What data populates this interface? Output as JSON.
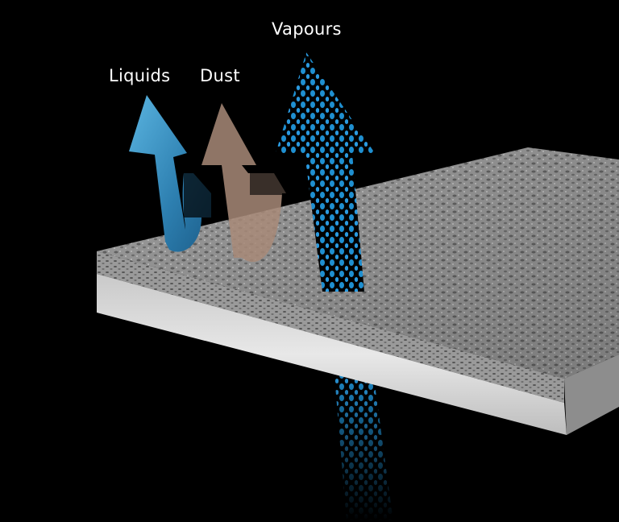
{
  "labels": {
    "liquids": "Liquids",
    "dust": "Dust",
    "vapours": "Vapours"
  },
  "colors": {
    "background": "#000000",
    "liquid_arrow": "#2f8fc4",
    "dust_arrow": "#a88a78",
    "vapour_dots": "#1f8fd0",
    "membrane_top": "#9a9a9a",
    "base_layer": "#d8d8d8"
  }
}
